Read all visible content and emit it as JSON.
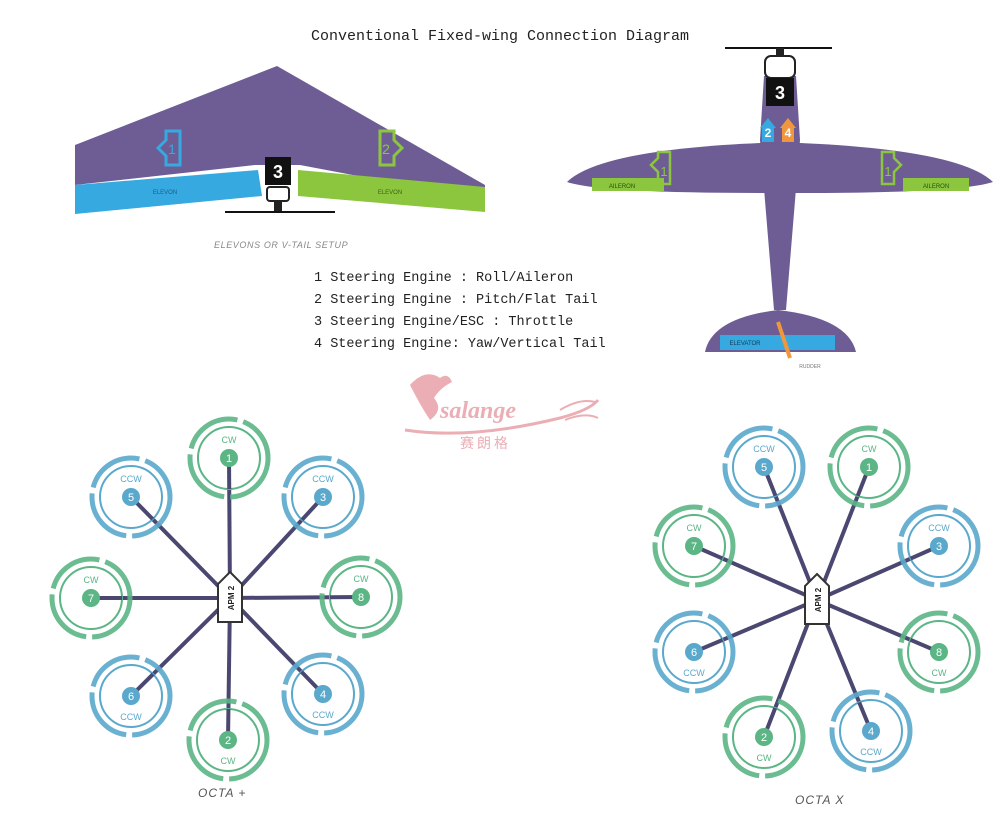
{
  "title": "Conventional Fixed-wing Connection Diagram",
  "legend": [
    "1 Steering Engine : Roll/Aileron",
    "2 Steering Engine : Pitch/Flat Tail",
    "3 Steering Engine/ESC : Throttle",
    "4 Steering Engine: Yaw/Vertical Tail"
  ],
  "flying_wing": {
    "left_surface": "ELEVON",
    "right_surface": "ELEVON",
    "left_num": "1",
    "right_num": "2",
    "motor_num": "3",
    "caption": "ELEVONS OR V-TAIL SETUP"
  },
  "airplane": {
    "left_surface": "AILERON",
    "right_surface": "AILERON",
    "tail_surface": "ELEVATOR",
    "rudder_label": "RUDDER",
    "motor_num": "3",
    "elevator_num": "2",
    "rudder_num": "4",
    "aileron_left_num": "1",
    "aileron_right_num": "1"
  },
  "watermark": {
    "brand": "salange",
    "cn": "赛朗格"
  },
  "octa_plus": {
    "caption": "OCTA +",
    "controller": "APM 2",
    "motors": [
      {
        "num": "1",
        "dir": "CW"
      },
      {
        "num": "3",
        "dir": "CCW"
      },
      {
        "num": "8",
        "dir": "CW"
      },
      {
        "num": "4",
        "dir": "CCW"
      },
      {
        "num": "2",
        "dir": "CW"
      },
      {
        "num": "6",
        "dir": "CCW"
      },
      {
        "num": "7",
        "dir": "CW"
      },
      {
        "num": "5",
        "dir": "CCW"
      }
    ]
  },
  "octa_x": {
    "caption": "OCTA X",
    "controller": "APM 2",
    "motors": [
      {
        "num": "1",
        "dir": "CW"
      },
      {
        "num": "3",
        "dir": "CCW"
      },
      {
        "num": "8",
        "dir": "CW"
      },
      {
        "num": "4",
        "dir": "CCW"
      },
      {
        "num": "2",
        "dir": "CW"
      },
      {
        "num": "6",
        "dir": "CCW"
      },
      {
        "num": "7",
        "dir": "CW"
      },
      {
        "num": "5",
        "dir": "CCW"
      }
    ]
  },
  "colors": {
    "purple": "#6e5d94",
    "blue": "#35a9e0",
    "green": "#8cc63f",
    "orange": "#f0963c",
    "cw_ring": "#5bb585",
    "ccw_ring": "#5aa8cc",
    "arm": "#4a4870",
    "watermark": "#e8a0a8"
  }
}
